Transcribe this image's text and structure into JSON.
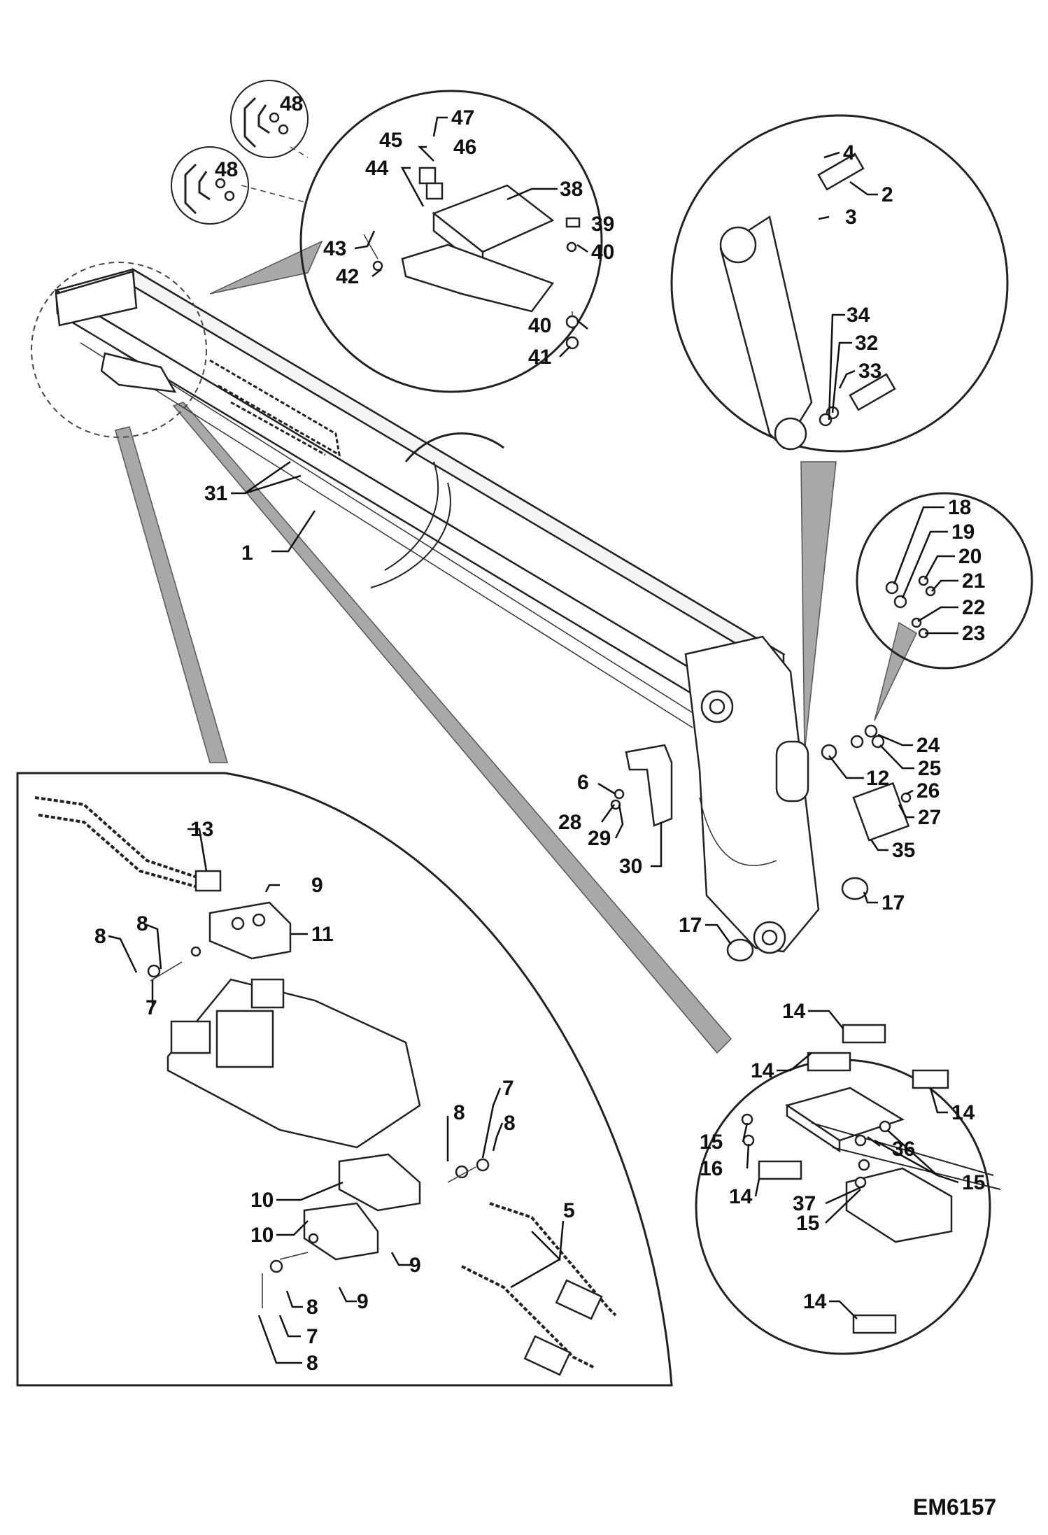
{
  "figure_ref": "EM6157",
  "callouts": {
    "c1": "1",
    "c2": "2",
    "c3": "3",
    "c4": "4",
    "c5": "5",
    "c6": "6",
    "c7a": "7",
    "c7b": "7",
    "c7c": "7",
    "c8a": "8",
    "c8b": "8",
    "c8c": "8",
    "c8d": "8",
    "c8e": "8",
    "c8f": "8",
    "c9a": "9",
    "c9b": "9",
    "c9c": "9",
    "c10a": "10",
    "c10b": "10",
    "c11": "11",
    "c12": "12",
    "c13": "13",
    "c14a": "14",
    "c14b": "14",
    "c14c": "14",
    "c14d": "14",
    "c14e": "14",
    "c15a": "15",
    "c15b": "15",
    "c15c": "15",
    "c16": "16",
    "c17a": "17",
    "c17b": "17",
    "c18": "18",
    "c19": "19",
    "c20": "20",
    "c21": "21",
    "c22": "22",
    "c23": "23",
    "c24": "24",
    "c25": "25",
    "c26": "26",
    "c27": "27",
    "c28": "28",
    "c29": "29",
    "c30": "30",
    "c31": "31",
    "c32": "32",
    "c33": "33",
    "c34": "34",
    "c35": "35",
    "c36": "36",
    "c37": "37",
    "c38": "38",
    "c39": "39",
    "c40a": "40",
    "c40b": "40",
    "c41": "41",
    "c42": "42",
    "c43": "43",
    "c44": "44",
    "c45": "45",
    "c46": "46",
    "c47": "47",
    "c48a": "48",
    "c48b": "48"
  }
}
